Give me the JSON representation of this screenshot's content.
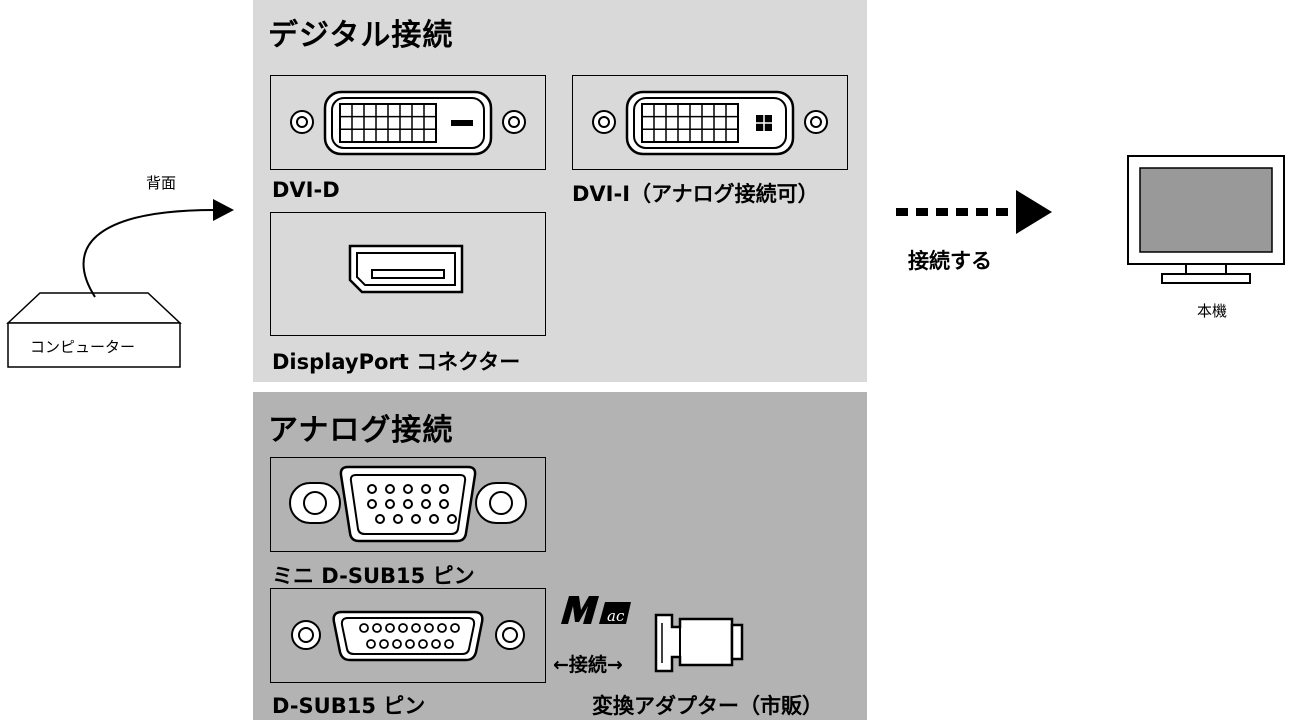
{
  "colors": {
    "digital_panel": "#d9d9d9",
    "analog_panel": "#b3b3b3",
    "monitor_screen": "#999999",
    "ink": "#000000",
    "connector_fill": "#ffffff"
  },
  "computer": {
    "label": "コンピューター",
    "cable_label": "背面"
  },
  "digital": {
    "title": "デジタル接続",
    "dvi_d_label": "DVI-D",
    "dvi_i_label": "DVI-I（アナログ接続可）",
    "displayport_label": "DisplayPort コネクター"
  },
  "analog": {
    "title": "アナログ接続",
    "mini_dsub_label": "ミニ D-SUB15 ピン",
    "dsub_label": "D-SUB15 ピン",
    "mac_connect_label": "←接続→",
    "adapter_label": "変換アダプター（市販）"
  },
  "connect": {
    "label": "接続する"
  },
  "monitor": {
    "label": "本機"
  },
  "icons": [
    "computer-box-icon",
    "cable-arrow-icon",
    "dvi-d-connector-icon",
    "dvi-i-connector-icon",
    "displayport-connector-icon",
    "mini-dsub15-connector-icon",
    "dsub15-connector-icon",
    "mac-logo-icon",
    "adapter-icon",
    "dotted-arrow-icon",
    "monitor-icon"
  ]
}
